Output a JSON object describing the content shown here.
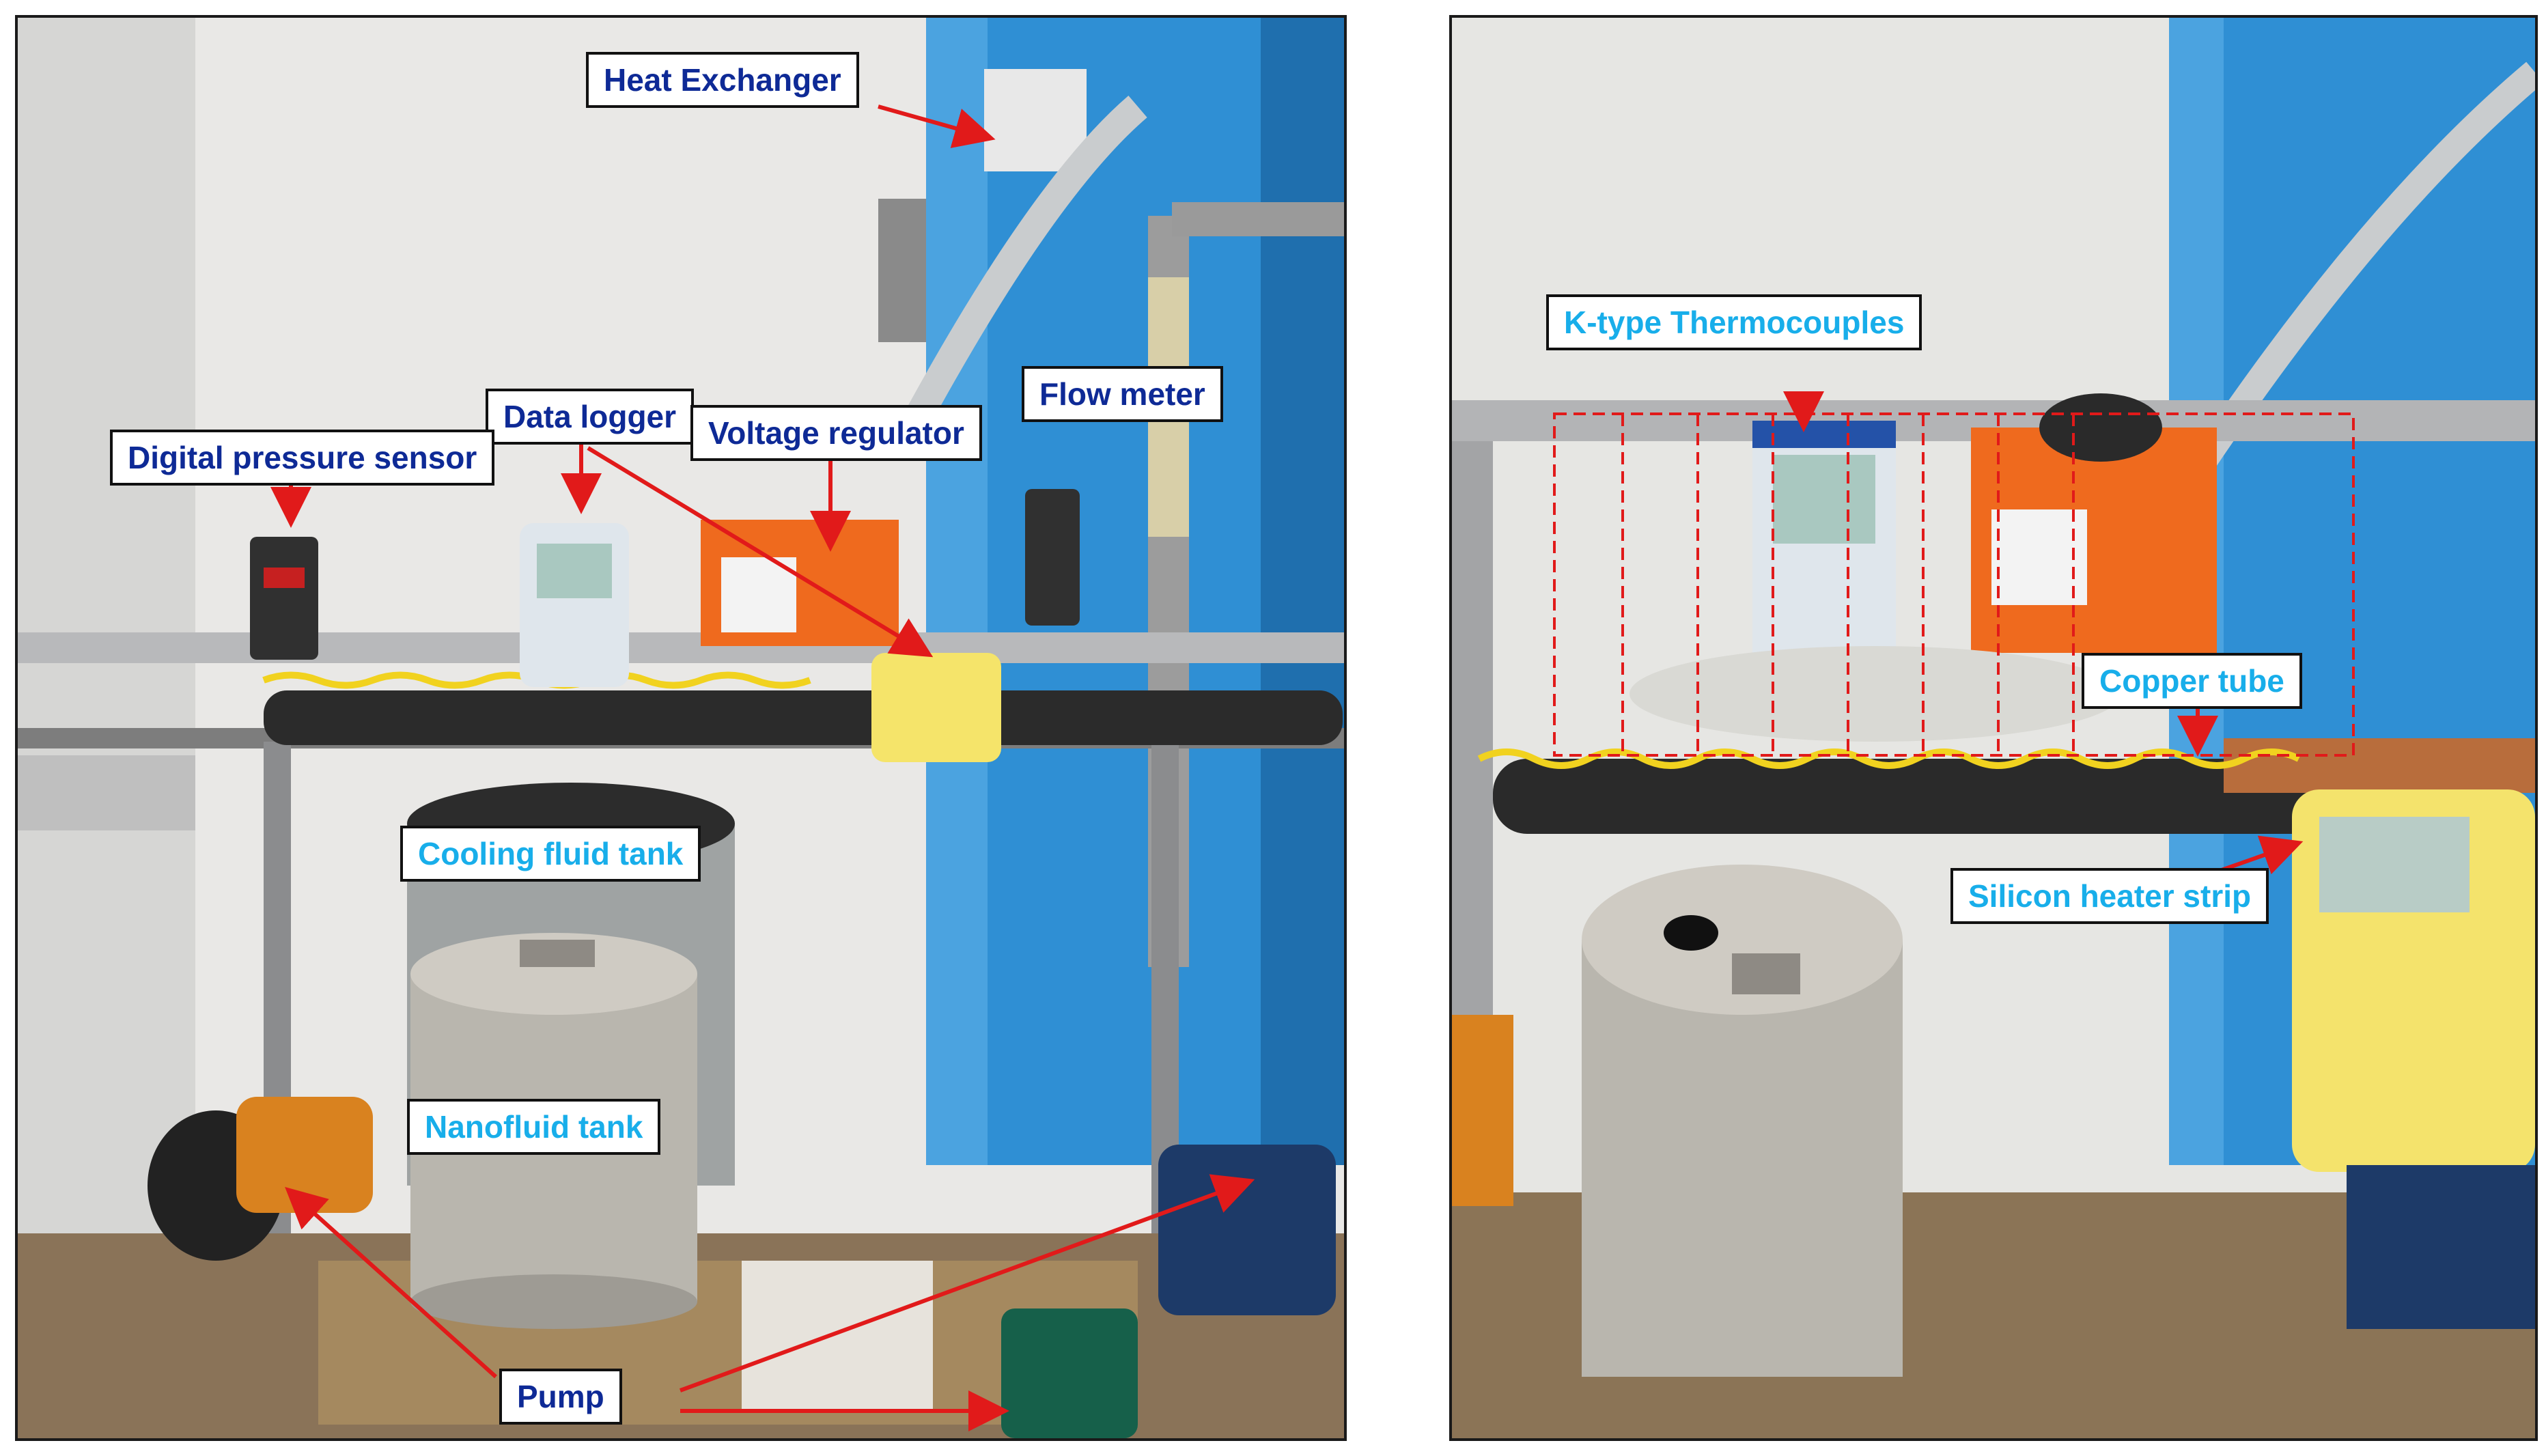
{
  "figure": {
    "colors": {
      "dark_label_text": "#0e2a96",
      "cyan_label_text": "#18aeea",
      "arrow_color": "#e11a1a",
      "label_border": "#111111",
      "heat_exchanger_blue": "#2f8fd4",
      "nanofluid_tank_steel": "#b9b6ae",
      "voltage_regulator_orange": "#ef6a1e"
    },
    "left_panel": {
      "labels": {
        "heat_exchanger": "Heat Exchanger",
        "flow_meter": "Flow meter",
        "data_logger": "Data logger",
        "voltage_regulator": "Voltage regulator",
        "digital_pressure_sensor": "Digital pressure sensor",
        "cooling_fluid_tank": "Cooling fluid tank",
        "nanofluid_tank": "Nanofluid tank",
        "pump": "Pump"
      }
    },
    "right_panel": {
      "labels": {
        "k_type_thermocouples": "K-type Thermocouples",
        "copper_tube": "Copper tube",
        "silicon_heater_strip": "Silicon heater strip"
      }
    }
  }
}
